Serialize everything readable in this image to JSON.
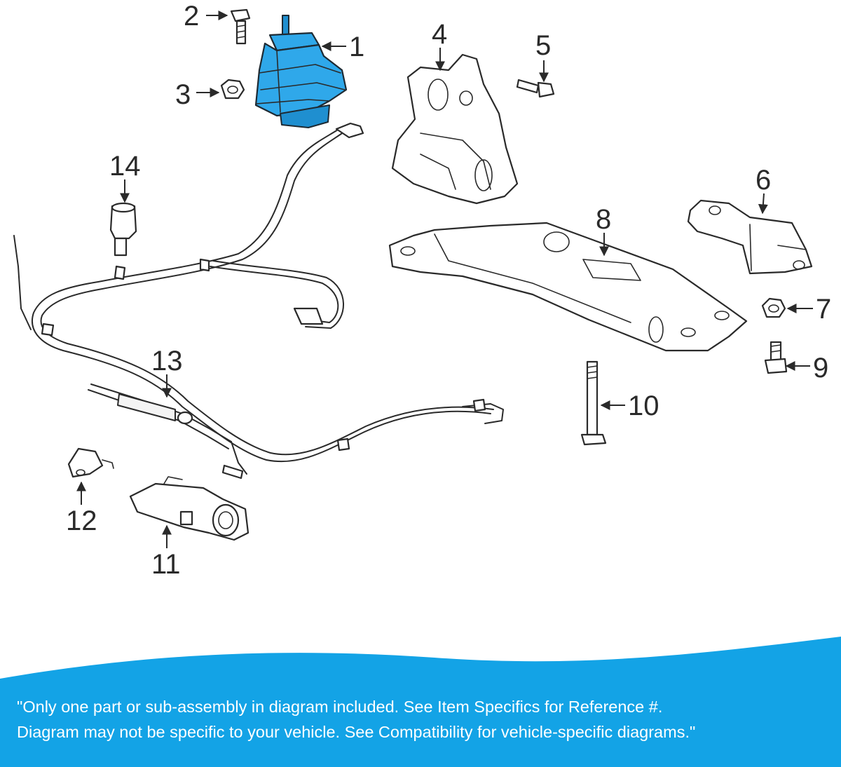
{
  "callouts": [
    "1",
    "2",
    "3",
    "4",
    "5",
    "6",
    "7",
    "8",
    "9",
    "10",
    "11",
    "12",
    "13",
    "14"
  ],
  "highlight_color": "#2fa8ea",
  "banner_color": "#13a3e6",
  "disclaimer": {
    "line1": "\"Only one part or sub-assembly in diagram included. See Item Specifics for Reference #.",
    "line2": "Diagram may not be specific to your vehicle. See Compatibility for vehicle-specific diagrams.\""
  }
}
